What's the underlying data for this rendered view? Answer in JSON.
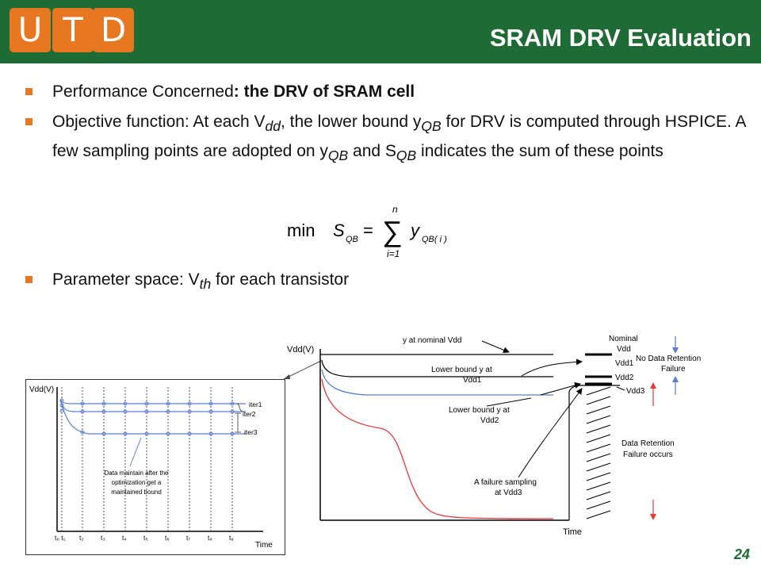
{
  "header": {
    "logo_letters": [
      "U",
      "T",
      "D"
    ],
    "title": "SRAM DRV Evaluation"
  },
  "bullets": {
    "b1_prefix": "Performance Concerned",
    "b1_bold": ": the DRV of SRAM cell",
    "b2_t1": "Objective function: At each V",
    "b2_s1": "dd",
    "b2_t2": ", the lower bound y",
    "b2_s2": "QB",
    "b2_t3": " for DRV is computed through HSPICE. A few sampling points are adopted on y",
    "b2_s3": "QB",
    "b2_t4": " and S",
    "b2_s4": "QB",
    "b2_t5": " indicates the sum of these points",
    "b3_t1": "Parameter space: V",
    "b3_s1": "th",
    "b3_t2": " for each transistor"
  },
  "formula": {
    "min": "min",
    "S": "S",
    "S_sub": "QB",
    "eq": "=",
    "sigma": "∑",
    "upper": "n",
    "lower": "i=1",
    "y": "y",
    "y_sub": "QB( i )"
  },
  "left_plot": {
    "ylabel": "Vdd(V)",
    "xlabel": "Time",
    "iter_labels": [
      "iter1",
      "iter2",
      "iter3"
    ],
    "time_ticks": [
      "t₀ t₁",
      "t₂",
      "t₃",
      "t₄",
      "t₅",
      "t₆",
      "t₇",
      "t₈",
      "t₉"
    ],
    "note": [
      "Data maintain after the",
      "optimization get a",
      "maintained bound"
    ]
  },
  "right_plot": {
    "ylabel": "Vdd(V)",
    "xlabel": "Time",
    "label_nominal_curve": "y at nominal Vdd",
    "label_lb1": [
      "Lower bound y at",
      "Vdd1"
    ],
    "label_lb2": [
      "Lower bound y at",
      "Vdd2"
    ],
    "label_failure": [
      "A failure sampling",
      "at Vdd3"
    ],
    "level_labels": [
      "Nominal",
      "Vdd",
      "Vdd1",
      "Vdd2",
      "Vdd3"
    ],
    "no_retention": [
      "No Data Retention",
      "Failure"
    ],
    "retention": [
      "Data Retention",
      "Failure occurs"
    ]
  },
  "page_number": "24",
  "colors": {
    "header_green": "#1f6b35",
    "accent_orange": "#e87722",
    "curve_blue": "#5a7fd6",
    "curve_red": "#e03a3a"
  }
}
